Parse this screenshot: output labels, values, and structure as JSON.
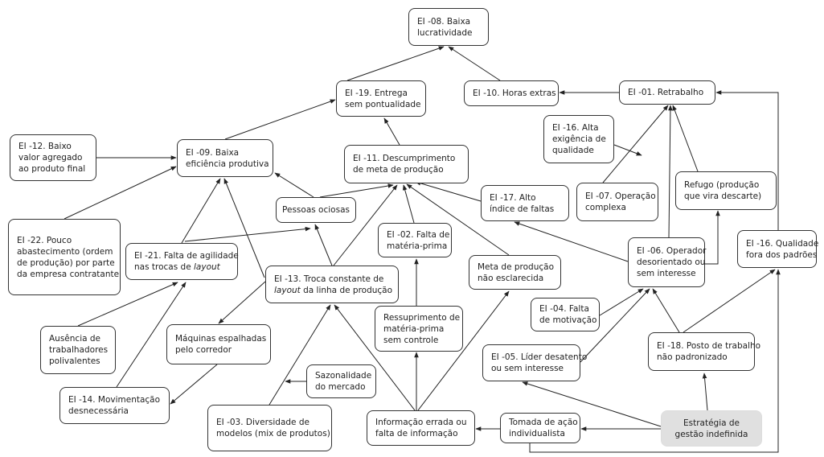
{
  "nodes": {
    "ei08": [
      "EI -08. Baixa",
      "lucratividade"
    ],
    "ei19": [
      "EI -19. Entrega",
      "sem pontualidade"
    ],
    "ei10": [
      "EI -10. Horas extras"
    ],
    "ei01": [
      "EI -01. Retrabalho"
    ],
    "ei12": [
      "EI -12. Baixo",
      "valor agregado",
      "ao produto final"
    ],
    "ei09": [
      "EI -09. Baixa",
      "eficiência produtiva"
    ],
    "ei11": [
      "EI -11. Descumprimento",
      "de meta de produção"
    ],
    "ei16a": [
      "EI -16. Alta",
      "exigência de",
      "qualidade"
    ],
    "ei07": [
      "EI -07. Operação",
      "complexa"
    ],
    "refugo": [
      "Refugo (produção",
      "que vira descarte)"
    ],
    "ei17": [
      "EI -17. Alto",
      "índice de faltas"
    ],
    "pessoas": [
      "Pessoas ociosas"
    ],
    "ei22": [
      "EI -22. Pouco",
      "abastecimento (ordem",
      "de produção)  por parte",
      "da empresa contratante"
    ],
    "ei21": {
      "line1": "EI -21. Falta de agilidade",
      "line2_prefix": "nas trocas de ",
      "line2_italic": "layout"
    },
    "ei02": [
      "EI -02. Falta de",
      "matéria-prima"
    ],
    "ei13": {
      "line1": "EI -13. Troca constante de",
      "line2_italic": "layout",
      "line2_suffix": " da linha de produção"
    },
    "meta": [
      "Meta de produção",
      "não esclarecida"
    ],
    "ei06": [
      "EI -06. Operador",
      "desorientado ou",
      "sem interesse"
    ],
    "ei16q": [
      "EI -16. Qualidade",
      "fora dos padrões"
    ],
    "ei04": [
      "EI -04. Falta",
      "de motivação"
    ],
    "ressup": [
      "Ressuprimento de",
      "matéria-prima",
      "sem controle"
    ],
    "ausencia": [
      "Ausência  de",
      "trabalhadores",
      "polivalentes"
    ],
    "maquinas": [
      "Máquinas espalhadas",
      "pelo corredor"
    ],
    "ei05": [
      "EI -05. Líder desatento",
      "ou sem interesse"
    ],
    "ei18": [
      "EI -18. Posto de trabalho",
      "não padronizado"
    ],
    "sazon": [
      "Sazonalidade",
      "do mercado"
    ],
    "ei14": [
      "EI -14. Movimentação",
      "desnecessária"
    ],
    "ei03": [
      "EI -03. Diversidade de",
      "modelos (mix de produtos)"
    ],
    "info": [
      "Informação errada ou",
      "falta de informação"
    ],
    "tomada": [
      "Tomada de ação",
      "individualista"
    ],
    "estrategia": [
      "Estratégia de",
      "gestão indefinida"
    ]
  },
  "colors": {
    "line": "#222222",
    "highlight_fill": "#e0e0e0"
  }
}
